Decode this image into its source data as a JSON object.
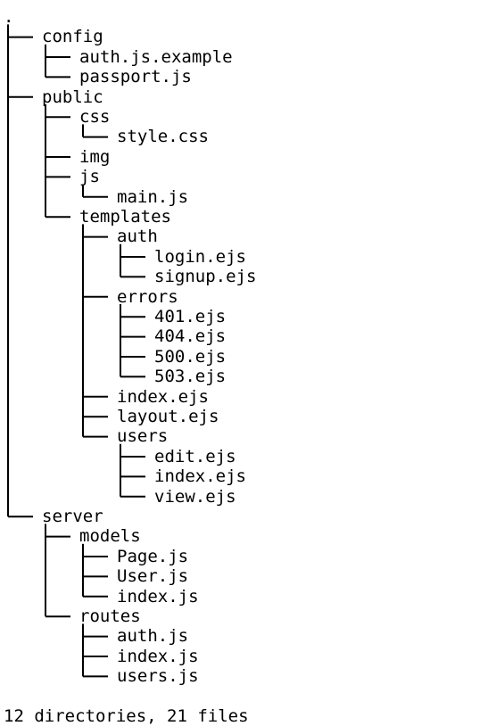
{
  "root_label": ".",
  "tree": [
    {
      "name": "config",
      "depth": 0,
      "last": false,
      "children": [
        {
          "name": "auth.js.example",
          "depth": 1,
          "last": false
        },
        {
          "name": "passport.js",
          "depth": 1,
          "last": true
        }
      ]
    },
    {
      "name": "public",
      "depth": 0,
      "last": false,
      "children": [
        {
          "name": "css",
          "depth": 1,
          "last": false,
          "children": [
            {
              "name": "style.css",
              "depth": 2,
              "last": true
            }
          ]
        },
        {
          "name": "img",
          "depth": 1,
          "last": false
        },
        {
          "name": "js",
          "depth": 1,
          "last": false,
          "children": [
            {
              "name": "main.js",
              "depth": 2,
              "last": true
            }
          ]
        },
        {
          "name": "templates",
          "depth": 1,
          "last": true,
          "children": [
            {
              "name": "auth",
              "depth": 2,
              "last": false,
              "children": [
                {
                  "name": "login.ejs",
                  "depth": 3,
                  "last": false
                },
                {
                  "name": "signup.ejs",
                  "depth": 3,
                  "last": true
                }
              ]
            },
            {
              "name": "errors",
              "depth": 2,
              "last": false,
              "children": [
                {
                  "name": "401.ejs",
                  "depth": 3,
                  "last": false
                },
                {
                  "name": "404.ejs",
                  "depth": 3,
                  "last": false
                },
                {
                  "name": "500.ejs",
                  "depth": 3,
                  "last": false
                },
                {
                  "name": "503.ejs",
                  "depth": 3,
                  "last": true
                }
              ]
            },
            {
              "name": "index.ejs",
              "depth": 2,
              "last": false
            },
            {
              "name": "layout.ejs",
              "depth": 2,
              "last": false
            },
            {
              "name": "users",
              "depth": 2,
              "last": true,
              "children": [
                {
                  "name": "edit.ejs",
                  "depth": 3,
                  "last": false
                },
                {
                  "name": "index.ejs",
                  "depth": 3,
                  "last": false
                },
                {
                  "name": "view.ejs",
                  "depth": 3,
                  "last": true
                }
              ]
            }
          ]
        }
      ]
    },
    {
      "name": "server",
      "depth": 0,
      "last": true,
      "children": [
        {
          "name": "models",
          "depth": 1,
          "last": false,
          "children": [
            {
              "name": "Page.js",
              "depth": 2,
              "last": false
            },
            {
              "name": "User.js",
              "depth": 2,
              "last": false
            },
            {
              "name": "index.js",
              "depth": 2,
              "last": true
            }
          ]
        },
        {
          "name": "routes",
          "depth": 1,
          "last": true,
          "children": [
            {
              "name": "auth.js",
              "depth": 2,
              "last": false
            },
            {
              "name": "index.js",
              "depth": 2,
              "last": false
            },
            {
              "name": "users.js",
              "depth": 2,
              "last": true
            }
          ]
        }
      ]
    }
  ],
  "summary": "12 directories, 21 files"
}
